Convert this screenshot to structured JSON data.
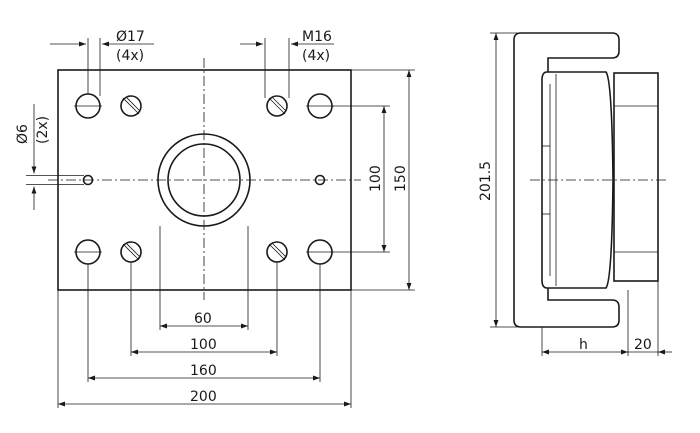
{
  "front_view": {
    "through_hole_label": "Ø17",
    "through_hole_count": "(4x)",
    "thread_label": "M16",
    "thread_count": "(4x)",
    "pin_hole_label": "Ø6",
    "pin_hole_count": "(2x)",
    "dim_bore_spacing": "60",
    "dim_thread_spacing_h": "100",
    "dim_hole_spacing_h": "160",
    "dim_width": "200",
    "dim_hole_spacing_v": "100",
    "dim_height": "150"
  },
  "side_view": {
    "dim_total_height": "201.5",
    "dim_depth": "h",
    "dim_flange": "20"
  }
}
